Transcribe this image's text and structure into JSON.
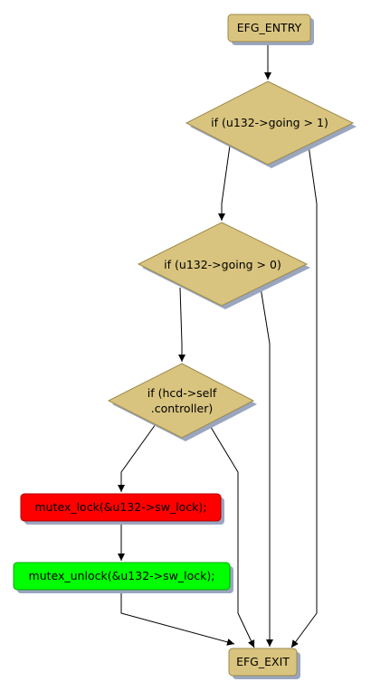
{
  "nodes": {
    "entry": {
      "label": "EFG_ENTRY"
    },
    "cond1": {
      "label": "if (u132->going > 1)"
    },
    "cond2": {
      "label": "if (u132->going > 0)"
    },
    "cond3": {
      "label_line1": "if (hcd->self",
      "label_line2": ".controller)"
    },
    "lock": {
      "label": "mutex_lock(&u132->sw_lock);"
    },
    "unlock": {
      "label": "mutex_unlock(&u132->sw_lock);"
    },
    "exit": {
      "label": "EFG_EXIT"
    }
  },
  "colors": {
    "node_fill": "#d9c47f",
    "node_stroke": "#9c8a4c",
    "shadow": "#9aa6c0",
    "lock_fill": "#ff0000",
    "unlock_fill": "#00ff00",
    "edge": "#000000"
  }
}
